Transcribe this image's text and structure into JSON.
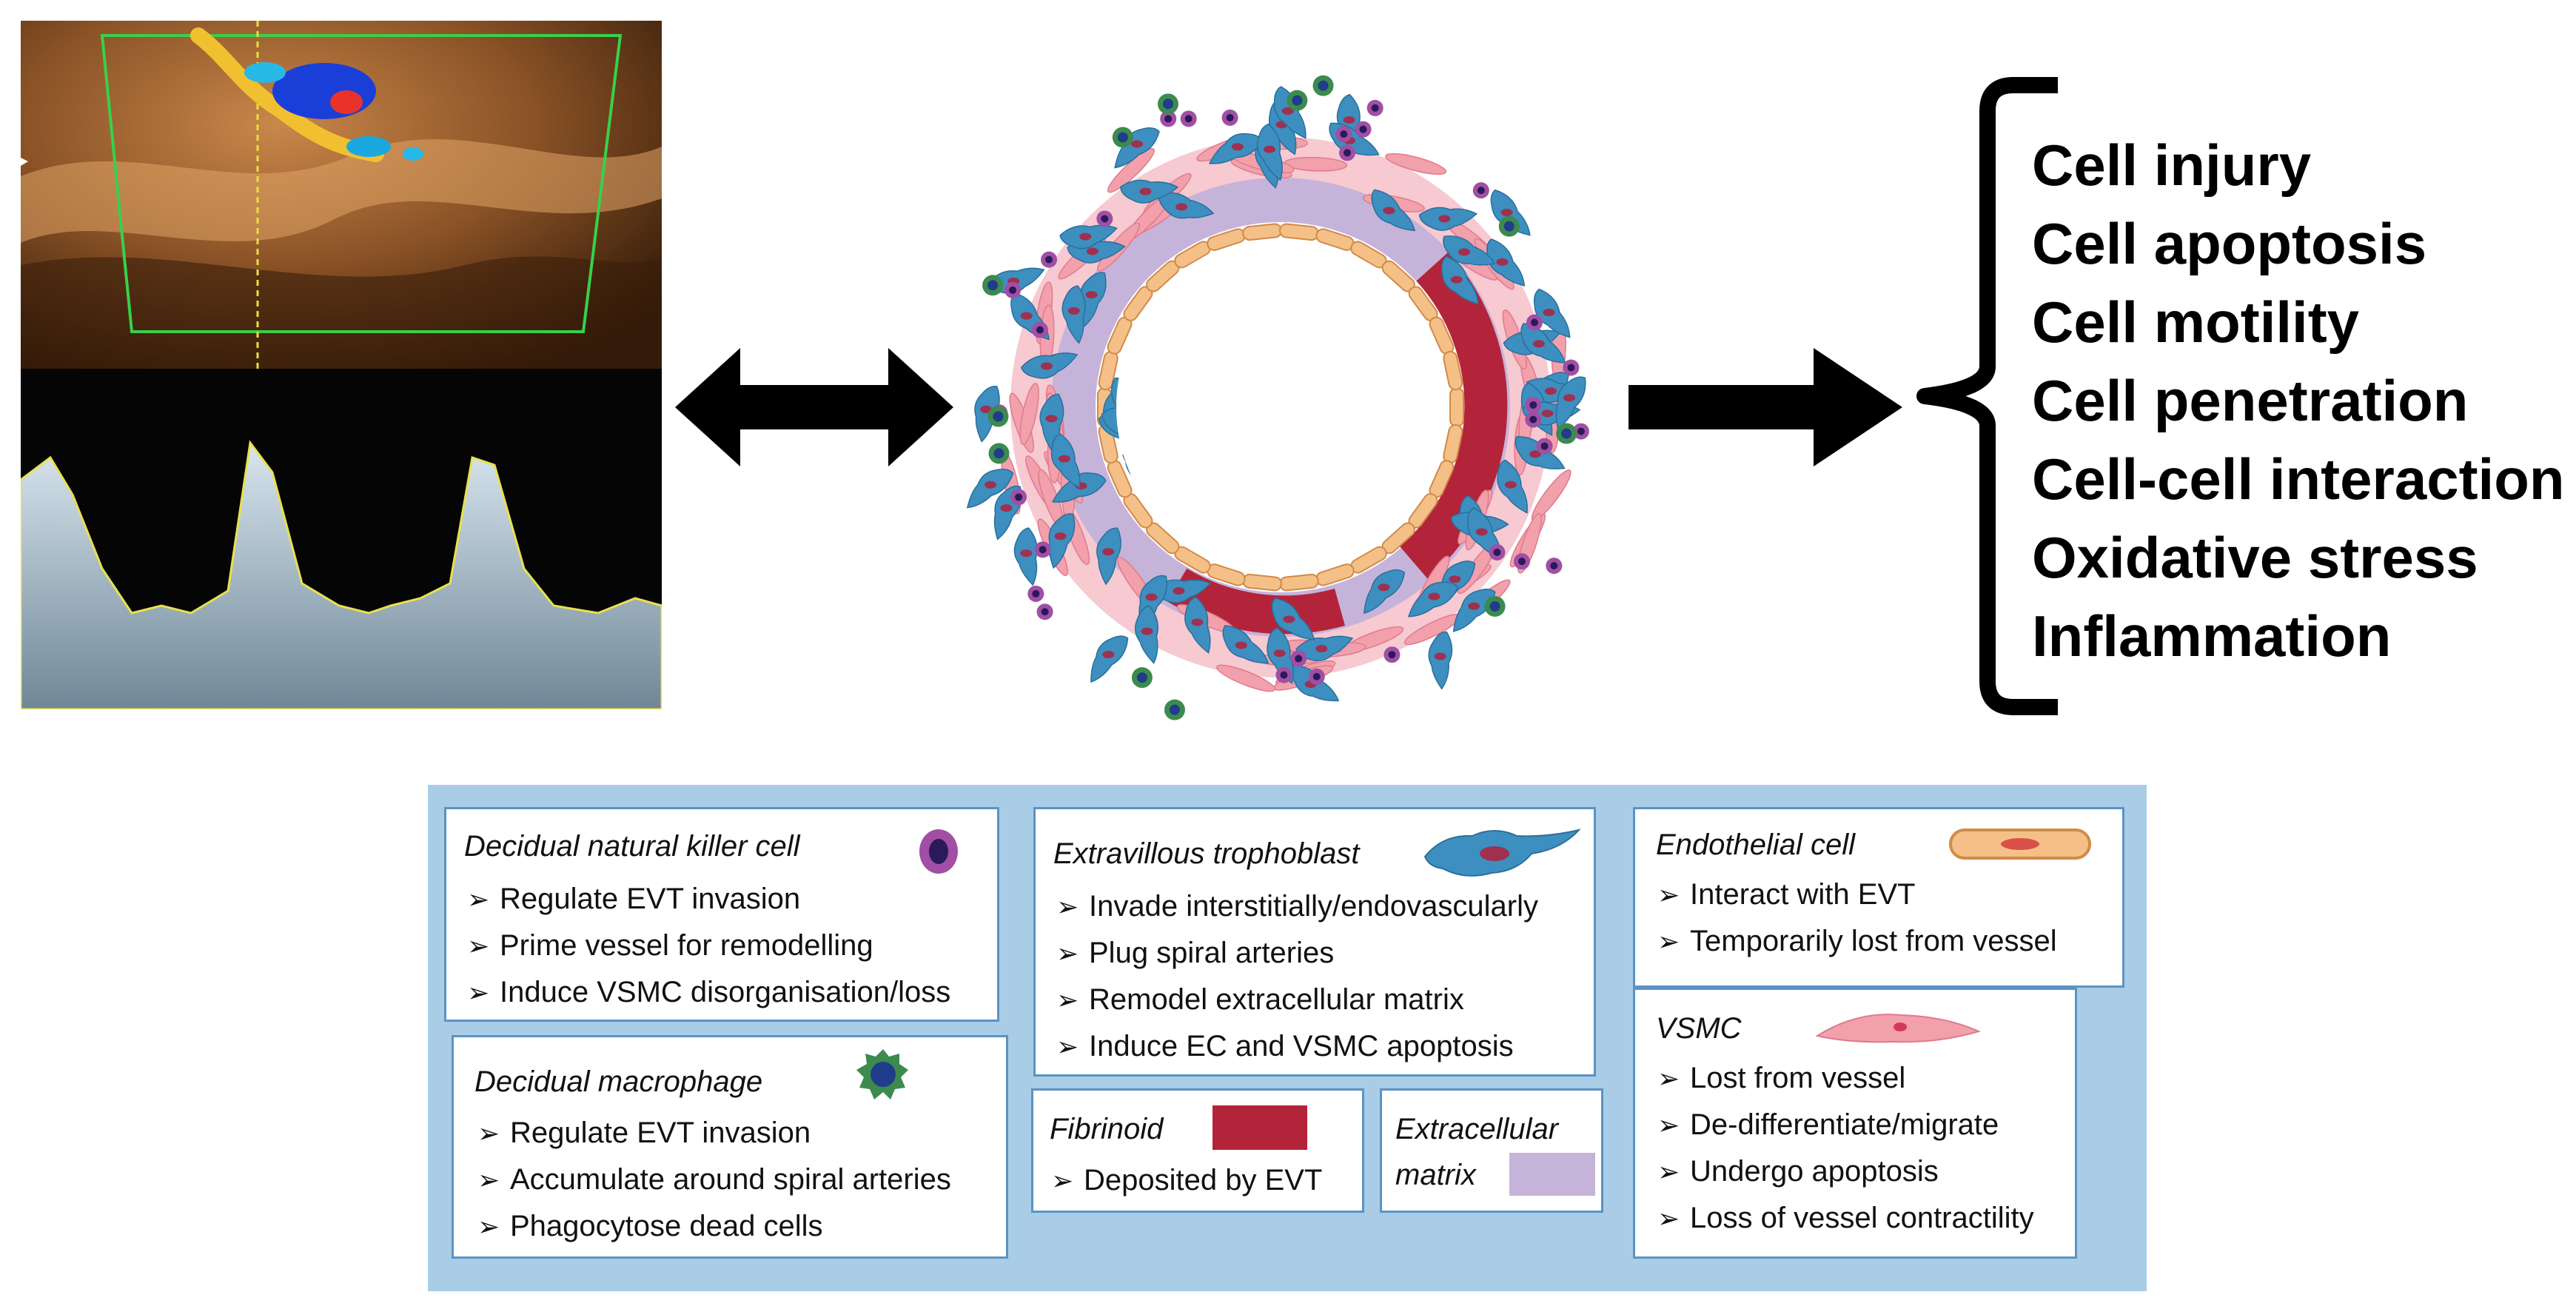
{
  "outcomes": [
    "Cell injury",
    "Cell apoptosis",
    "Cell motility",
    "Cell penetration",
    "Cell-cell interaction",
    "Oxidative stress",
    "Inflammation"
  ],
  "legend": {
    "dnk": {
      "title": "Decidual natural killer cell",
      "items": [
        "Regulate EVT invasion",
        "Prime vessel for remodelling",
        "Induce VSMC disorganisation/loss"
      ]
    },
    "macrophage": {
      "title": "Decidual macrophage",
      "items": [
        "Regulate EVT invasion",
        "Accumulate around spiral arteries",
        "Phagocytose dead cells"
      ]
    },
    "evt": {
      "title": "Extravillous trophoblast",
      "items": [
        "Invade interstitially/endovascularly",
        "Plug spiral arteries",
        "Remodel extracellular matrix",
        "Induce EC and VSMC apoptosis"
      ]
    },
    "fibrinoid": {
      "title": "Fibrinoid",
      "items": [
        "Deposited by EVT"
      ]
    },
    "ecm": {
      "title1": "Extracellular",
      "title2": "matrix"
    },
    "endothelial": {
      "title": "Endothelial cell",
      "items": [
        "Interact with EVT",
        "Temporarily lost from vessel"
      ]
    },
    "vsmc": {
      "title": "VSMC",
      "items": [
        "Lost from vessel",
        "De-differentiate/migrate",
        "Undergo apoptosis",
        "Loss of vessel contractility"
      ]
    }
  },
  "colors": {
    "evt": "#3d8fc0",
    "vsmc": "#f2a0ac",
    "fibrinoid": "#b3243a",
    "ecm": "#c6b3d9",
    "endothelial": "#f4c088",
    "dnk": "#8b3f8f",
    "macrophage": "#2e7d4e",
    "legend_bg": "#a9cde6"
  }
}
